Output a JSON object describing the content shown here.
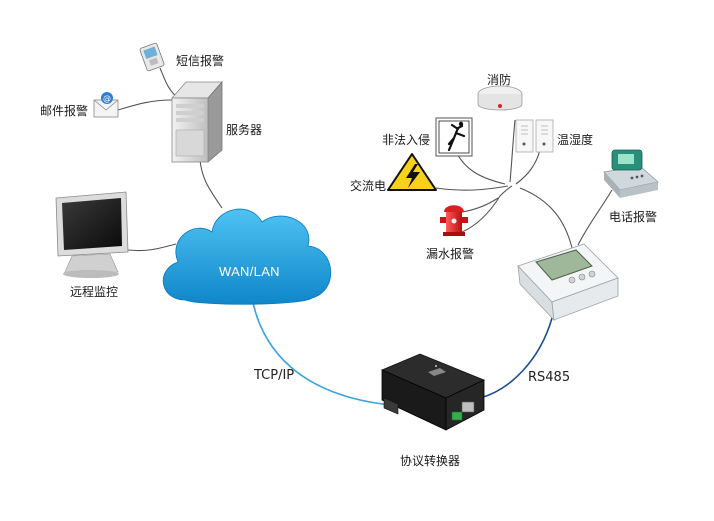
{
  "nodes": {
    "sms_alarm": "短信报警",
    "email_alarm": "邮件报警",
    "server": "服务器",
    "remote_monitor": "远程监控",
    "network": "WAN/LAN",
    "fire": "消防",
    "intrusion": "非法入侵",
    "temp_humidity": "温湿度",
    "ac_power": "交流电",
    "water_leak": "漏水报警",
    "phone_alarm": "电话报警",
    "converter": "协议转换器"
  },
  "links": {
    "tcp_ip": "TCP/IP",
    "rs485": "RS485"
  },
  "colors": {
    "cloud": "#1c9ad6",
    "tcp_link": "#3aa3e0",
    "rs485_link": "#1d4f8f",
    "wire": "#555555"
  }
}
